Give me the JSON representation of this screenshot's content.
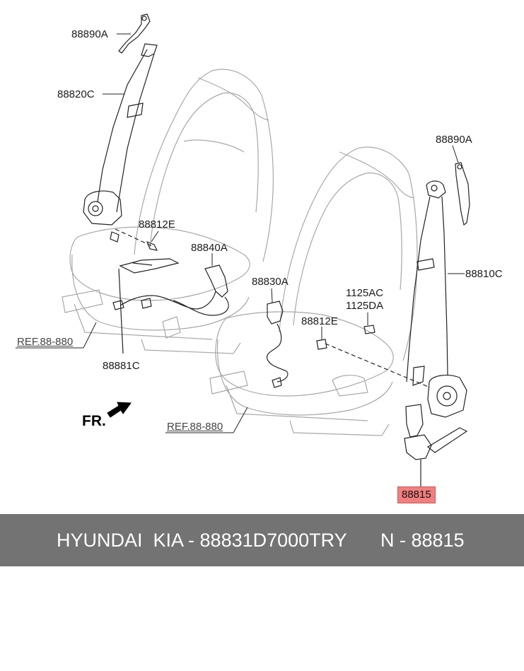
{
  "labels": {
    "p88890a_top": "88890A",
    "p88820c": "88820C",
    "p88812e_left": "88812E",
    "p88840a": "88840A",
    "ref_left": "REF.88-880",
    "p88881c": "88881C",
    "p88890a_right": "88890A",
    "p88830a": "88830A",
    "p1125ac": "1125AC",
    "p1125da": "1125DA",
    "p88812e_right": "88812E",
    "p88810c": "88810C",
    "fr": "FR.",
    "ref_right": "REF.88-880",
    "p88815": "88815"
  },
  "footer": {
    "brand": "HYUNDAI  KIA - 88831D7000TRY",
    "part": "N - 88815"
  },
  "colors": {
    "footer_bg": "#737373",
    "highlight": "#f27f7f",
    "line": "#222222",
    "seat_outline": "#9a9a9a"
  }
}
